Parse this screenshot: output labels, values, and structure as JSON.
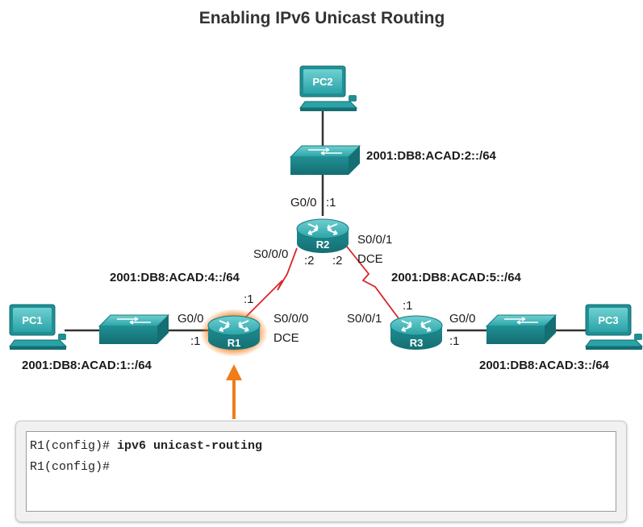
{
  "title": "Enabling IPv6 Unicast Routing",
  "colors": {
    "device_teal": "#1f8f93",
    "device_light": "#5ac3c6",
    "serial_link": "#d9262b",
    "ethernet_link": "#333333",
    "highlight_glow": "#f07d1a",
    "arrow": "#f07d1a"
  },
  "devices": {
    "pc1": {
      "label": "PC1",
      "icon": "pc-icon"
    },
    "pc2": {
      "label": "PC2",
      "icon": "pc-icon"
    },
    "pc3": {
      "label": "PC3",
      "icon": "pc-icon"
    },
    "r1": {
      "label": "R1",
      "icon": "router-icon",
      "highlighted": true
    },
    "r2": {
      "label": "R2",
      "icon": "router-icon"
    },
    "r3": {
      "label": "R3",
      "icon": "router-icon"
    },
    "switch_icon": "switch-icon"
  },
  "labels": {
    "net2": "2001:DB8:ACAD:2::/64",
    "r2_g00": "G0/0",
    "r2_g00_host": ":1",
    "r2_s000": "S0/0/0",
    "r2_s000_host": ":2",
    "r2_s001": "S0/0/1",
    "r2_s001_host": ":2",
    "r2_dce": "DCE",
    "net4": "2001:DB8:ACAD:4::/64",
    "net5": "2001:DB8:ACAD:5::/64",
    "r1_serial_host": ":1",
    "r1_g00": "G0/0",
    "r1_g00_host": ":1",
    "r1_s000": "S0/0/0",
    "r1_dce": "DCE",
    "r3_serial_host": ":1",
    "r3_s001": "S0/0/1",
    "r3_g00": "G0/0",
    "r3_g00_host": ":1",
    "net1": "2001:DB8:ACAD:1::/64",
    "net3": "2001:DB8:ACAD:3::/64"
  },
  "terminal": {
    "line1_prompt": "R1(config)# ",
    "line1_command": "ipv6 unicast-routing",
    "line2_prompt": "R1(config)#"
  }
}
